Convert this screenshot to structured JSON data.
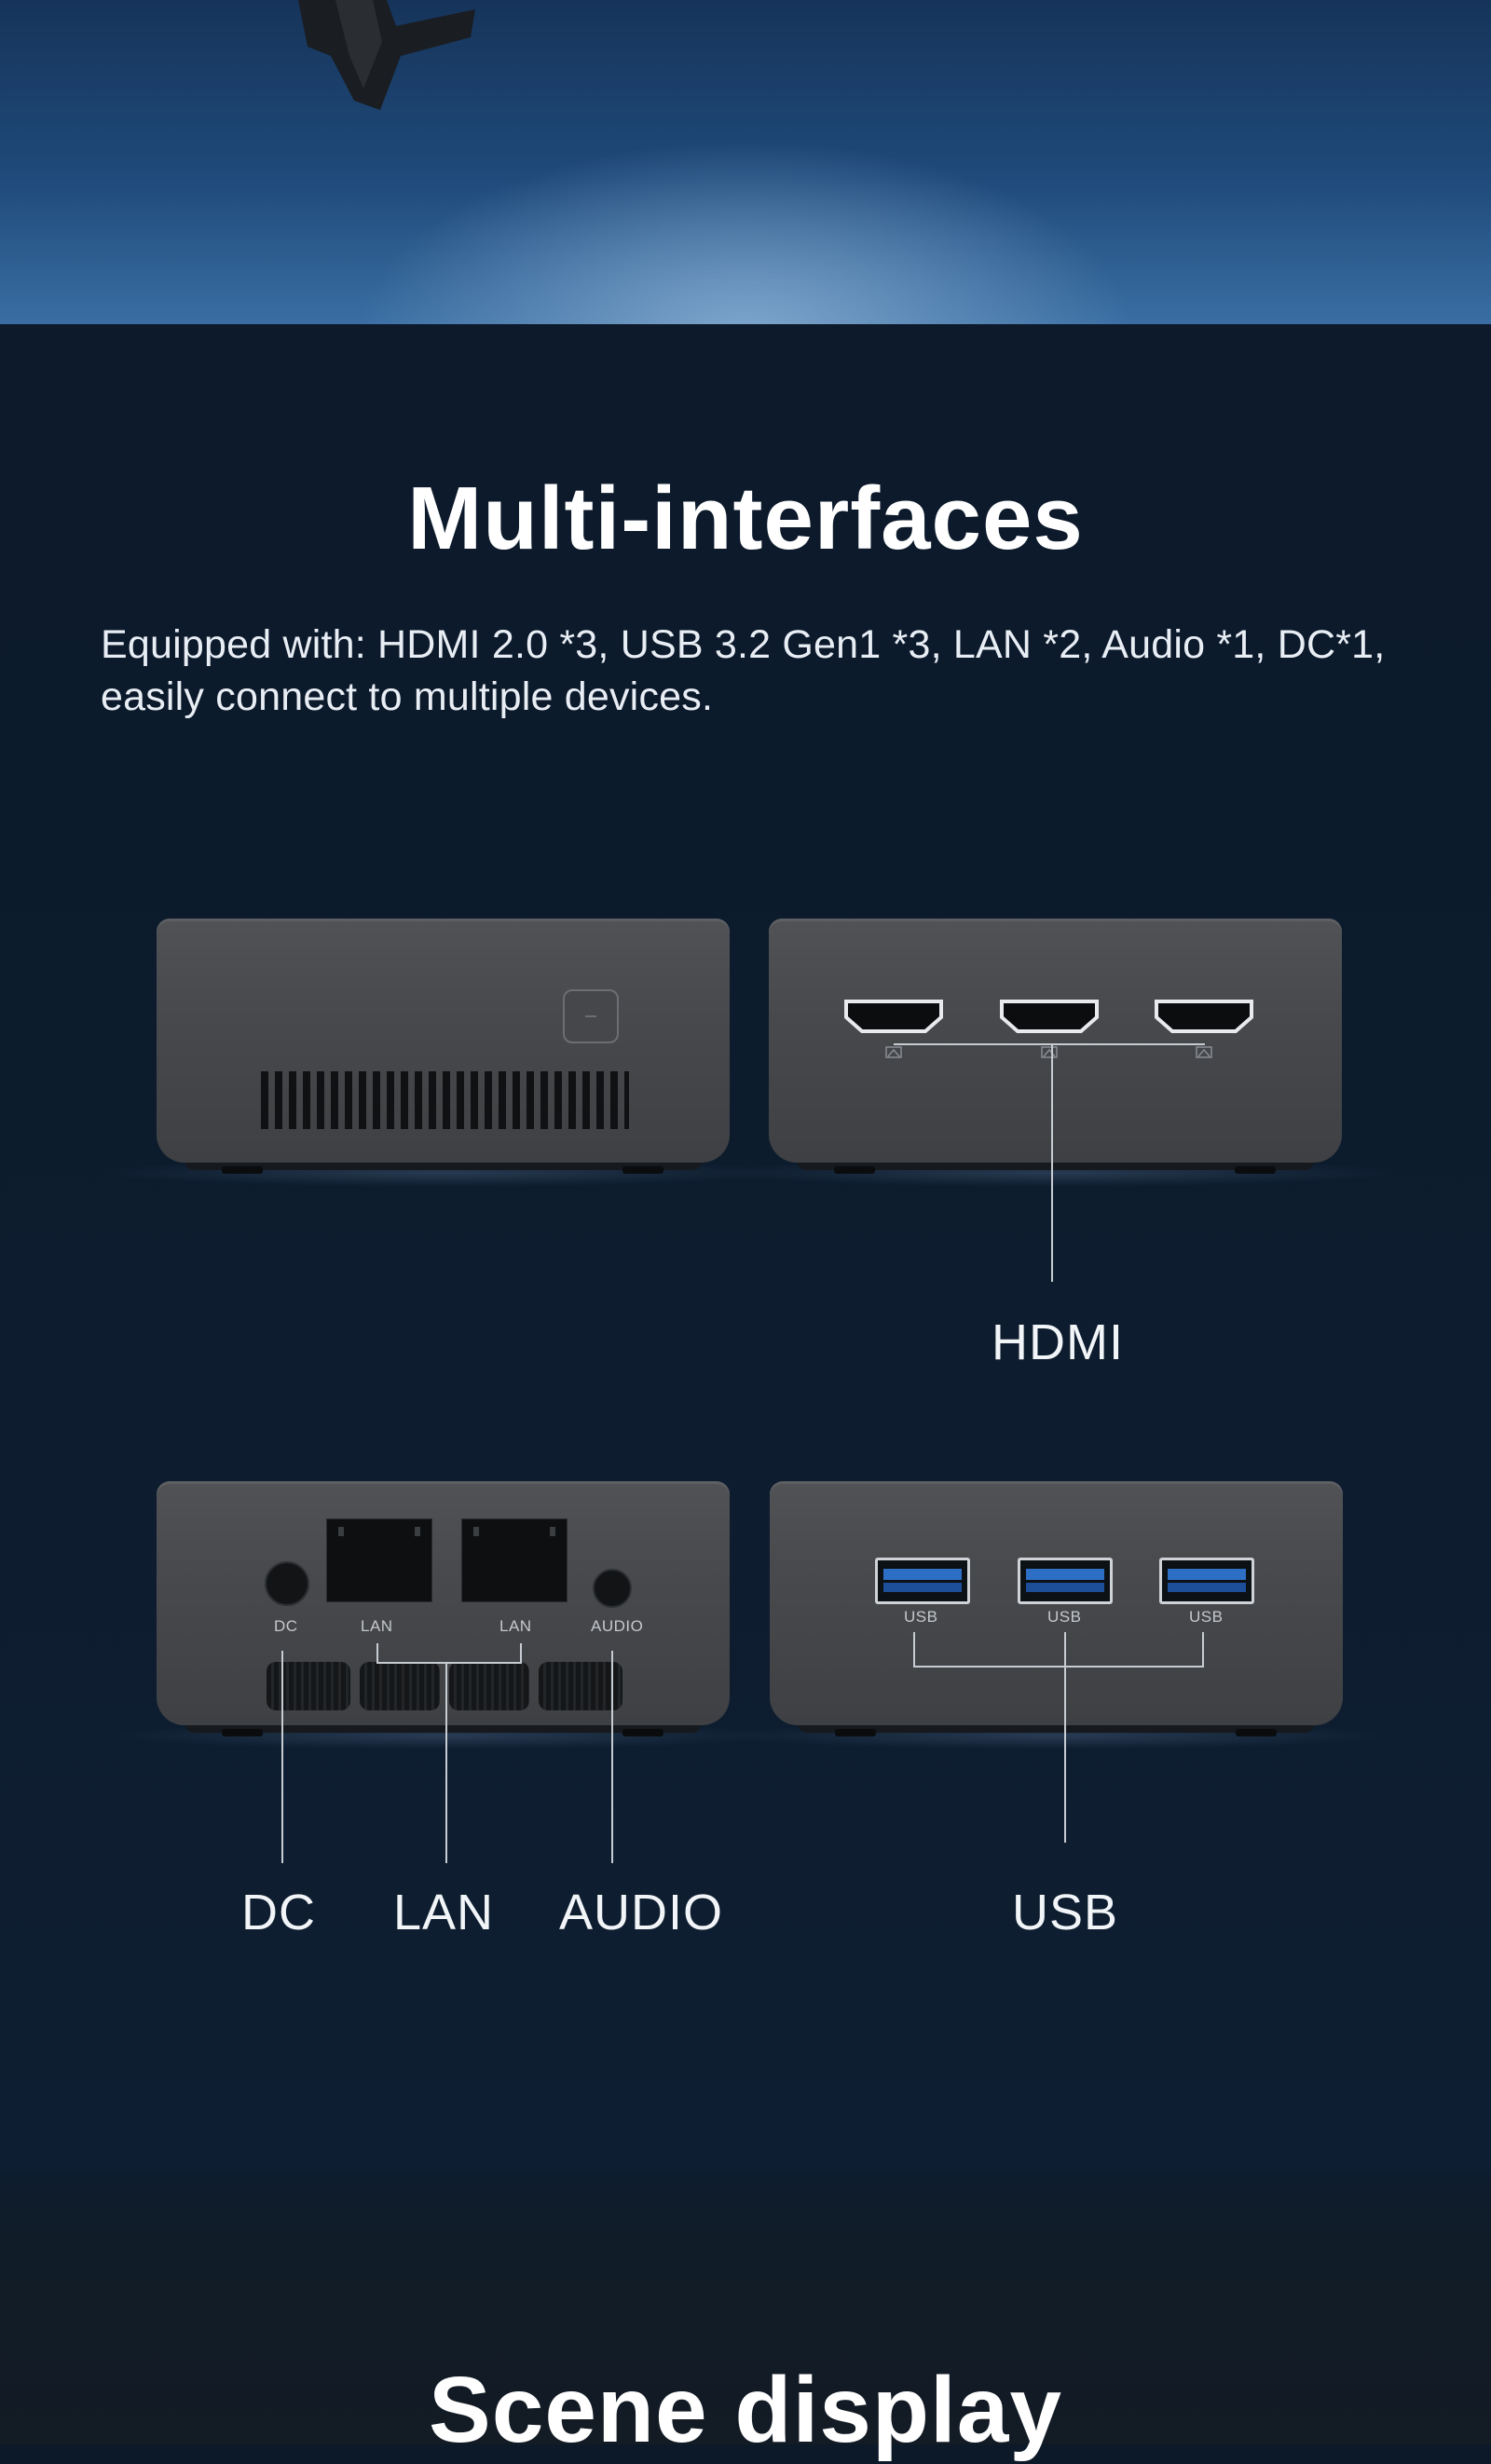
{
  "section": {
    "title": "Multi-interfaces",
    "description": "Equipped with: HDMI 2.0 *3, USB 3.2 Gen1 *3, LAN *2, Audio *1, DC*1, easily connect to multiple devices."
  },
  "callouts": {
    "hdmi": "HDMI",
    "dc": "DC",
    "lan": "LAN",
    "audio": "AUDIO",
    "usb": "USB"
  },
  "port_labels": {
    "dc": "DC",
    "lan_1": "LAN",
    "lan_2": "LAN",
    "audio": "AUDIO",
    "usb_1": "USB",
    "usb_2": "USB",
    "usb_3": "USB"
  },
  "next_section": {
    "title": "Scene display"
  }
}
